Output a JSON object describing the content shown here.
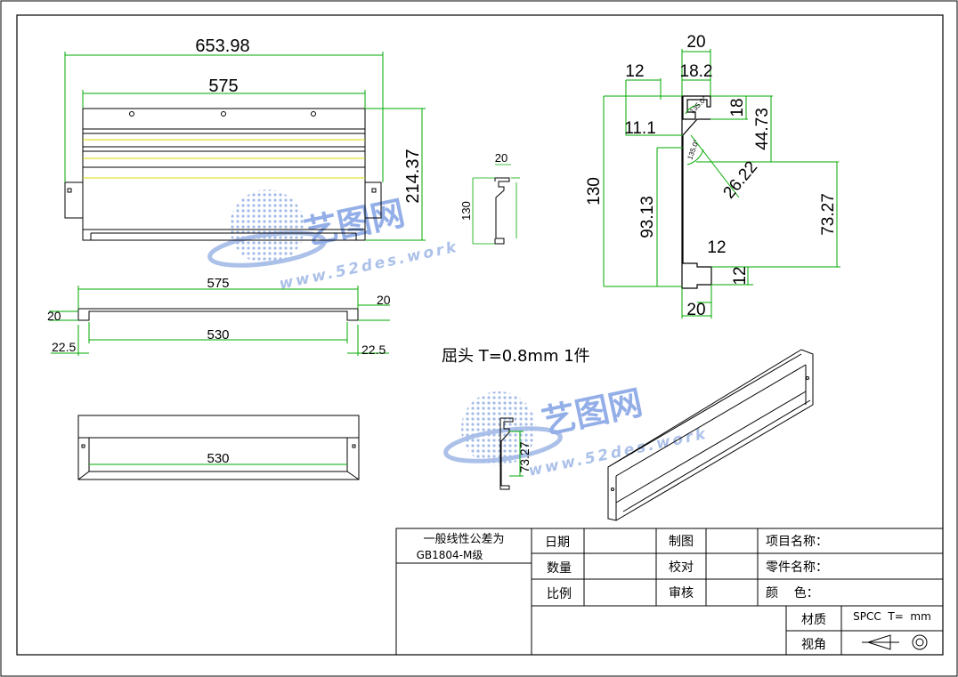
{
  "dimensions": {
    "top_overall": "653.98",
    "top_inner": "575",
    "top_height": "214.37",
    "front_width": "575",
    "front_inner": "530",
    "front_flange_left": "20",
    "front_flange_right": "20",
    "front_offset_left": "22.5",
    "front_offset_right": "22.5",
    "bottom_inner": "530",
    "small_width": "20",
    "small_height": "130",
    "profile_top_width": "20",
    "profile_top_inner": "18.2",
    "profile_left_12": "12",
    "profile_11_1": "11.1",
    "profile_18": "18",
    "profile_44_73": "44.73",
    "profile_total": "130",
    "profile_93_13": "93.13",
    "profile_26_22": "26.22",
    "profile_73_27": "73.27",
    "profile_bottom_12h": "12",
    "profile_bottom_12v": "12",
    "profile_bottom_width": "20",
    "angle_1": "135.0°",
    "angle_2": "135.0°",
    "iso_73_27": "73.27"
  },
  "part_note": "屈头  T=0.8mm  1件",
  "watermark": {
    "brand": "艺图网",
    "url": "www.52des.work"
  },
  "title_block": {
    "tolerance_line1": "一般线性公差为",
    "tolerance_line2": "GB1804-M级",
    "date_label": "日期",
    "drawing_label": "制图",
    "project_label": "项目名称：",
    "quantity_label": "数量",
    "check_label": "校对",
    "part_label": "零件名称：",
    "scale_label": "比例",
    "review_label": "审核",
    "color_label": "颜    色：",
    "material_label": "材质",
    "material_value": "SPCC  T=  mm",
    "view_label": "视角"
  },
  "colors": {
    "dimension": "#00aa00",
    "outline": "#000000",
    "hidden": "#d8d800",
    "watermark_blue": "#3d6fd6"
  }
}
